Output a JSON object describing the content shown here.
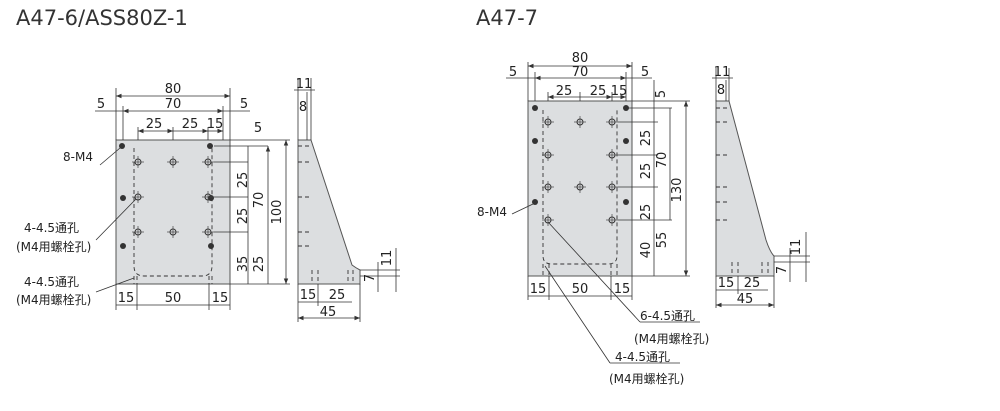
{
  "left": {
    "title": "A47-6/ASS80Z-1",
    "dims": {
      "w_total": "80",
      "w_inner": "70",
      "edge_l": "5",
      "edge_r": "5",
      "p1": "25",
      "p2": "25",
      "p3": "15",
      "top": "5",
      "r1": "25",
      "r2": "25",
      "r3": "35",
      "r4": "25",
      "h_inner": "70",
      "h_total": "100",
      "b1": "15",
      "b2": "50",
      "b3": "15"
    },
    "labels": {
      "tap": "8-M4",
      "hole1": "4-4.5通孔",
      "hole1_sub": "(M4用螺栓孔)",
      "hole2": "4-4.5通孔",
      "hole2_sub": "(M4用螺栓孔)"
    },
    "side": {
      "t_top": "11",
      "t_left": "8",
      "base": "11",
      "base_small": "7",
      "s1": "15",
      "s2": "25",
      "depth": "45"
    }
  },
  "right": {
    "title": "A47-7",
    "dims": {
      "w_total": "80",
      "w_inner": "70",
      "edge_l": "5",
      "edge_r": "5",
      "p1": "25",
      "p2": "25",
      "p3": "15",
      "top": "5",
      "r1": "25",
      "r2": "25",
      "r3": "25",
      "r4": "40",
      "r5": "55",
      "h_inner": "70",
      "h_total": "130",
      "b1": "15",
      "b2": "50",
      "b3": "15"
    },
    "labels": {
      "tap": "8-M4",
      "hole1": "6-4.5通孔",
      "hole1_sub": "(M4用螺栓孔)",
      "hole2": "4-4.5通孔",
      "hole2_sub": "(M4用螺栓孔)"
    },
    "side": {
      "t_top": "11",
      "t_left": "8",
      "base": "11",
      "base_small": "7",
      "s1": "15",
      "s2": "25",
      "depth": "45"
    }
  },
  "colors": {
    "body": "#dcdee0",
    "line": "#333333"
  }
}
